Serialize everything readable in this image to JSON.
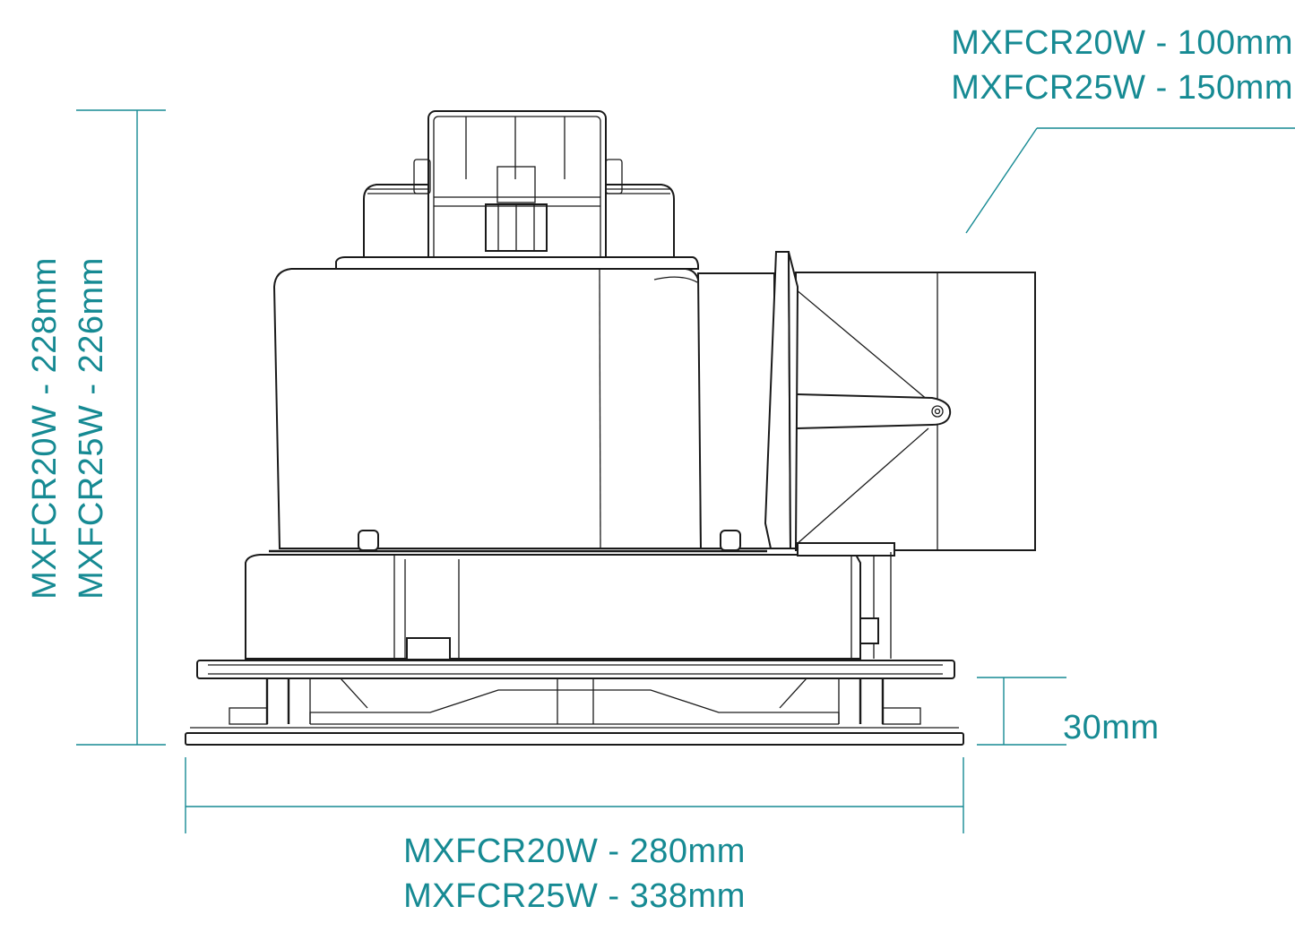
{
  "dimensions": {
    "duct_diameter": {
      "line1": "MXFCR20W - 100mm",
      "line2": "MXFCR25W - 150mm"
    },
    "height": {
      "line1": "MXFCR20W - 228mm",
      "line2": "MXFCR25W - 226mm"
    },
    "width": {
      "line1": "MXFCR20W - 280mm",
      "line2": "MXFCR25W - 338mm"
    },
    "grille_depth": {
      "label": "30mm"
    }
  },
  "colors": {
    "dimension": "#168a93",
    "outline": "#1a1a1a"
  }
}
